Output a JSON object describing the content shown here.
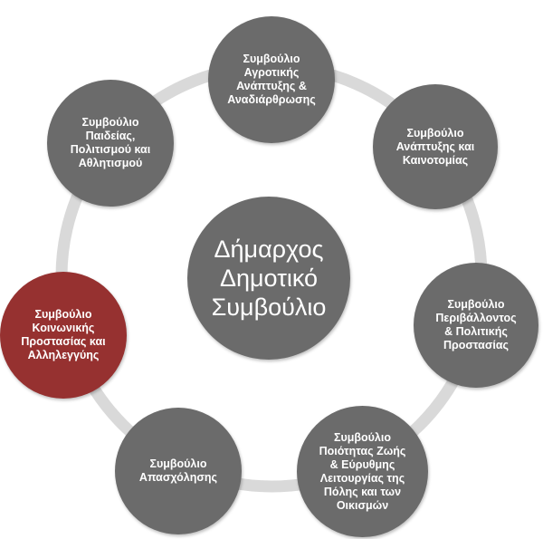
{
  "colors": {
    "node_gray": "#6b6b6b",
    "node_highlight": "#963130",
    "ring": "#d9d9d9"
  },
  "center": {
    "label": "Δήμαρχος\nΔημοτικό\nΣυμβούλιο"
  },
  "nodes": [
    {
      "id": "agri",
      "label": "Συμβούλιο\nΑγροτικής\nΑνάπτυξης &\nΑναδιάρθρωσης",
      "highlight": false
    },
    {
      "id": "dev",
      "label": "Συμβούλιο\nΑνάπτυξης και\nΚαινοτομίας",
      "highlight": false
    },
    {
      "id": "env",
      "label": "Συμβούλιο\nΠεριβάλλοντος\n& Πολιτικής\nΠροστασίας",
      "highlight": false
    },
    {
      "id": "quality",
      "label": "Συμβούλιο\nΠοιότητας Ζωής\n& Εύρυθμης\nΛειτουργίας της\nΠόλης και των\nΟικισμών",
      "highlight": false
    },
    {
      "id": "employ",
      "label": "Συμβούλιο\nΑπασχόλησης",
      "highlight": false
    },
    {
      "id": "social",
      "label": "Συμβούλιο\nΚοινωνικής\nΠροστασίας και\nΑλληλεγγύης",
      "highlight": true
    },
    {
      "id": "edu",
      "label": "Συμβούλιο\nΠαιδείας,\nΠολιτισμού και\nΑθλητισμού",
      "highlight": false
    }
  ]
}
